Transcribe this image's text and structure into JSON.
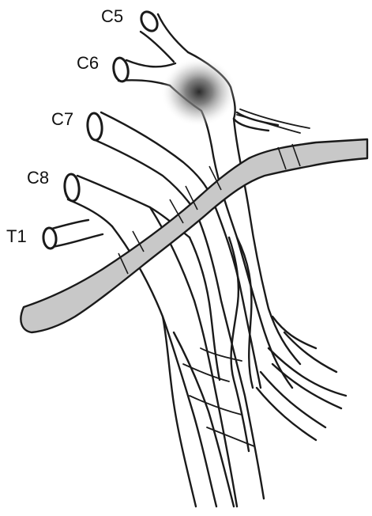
{
  "nerve_roots": [
    {
      "id": "c5",
      "label": "C5"
    },
    {
      "id": "c6",
      "label": "C6"
    },
    {
      "id": "c7",
      "label": "C7"
    },
    {
      "id": "c8",
      "label": "C8"
    },
    {
      "id": "t1",
      "label": "T1"
    }
  ],
  "colors": {
    "outline": "#1a1a1a",
    "vessel_fill": "#c8c8c8",
    "highlight_center": "#2a2a2a",
    "background": "#ffffff"
  }
}
